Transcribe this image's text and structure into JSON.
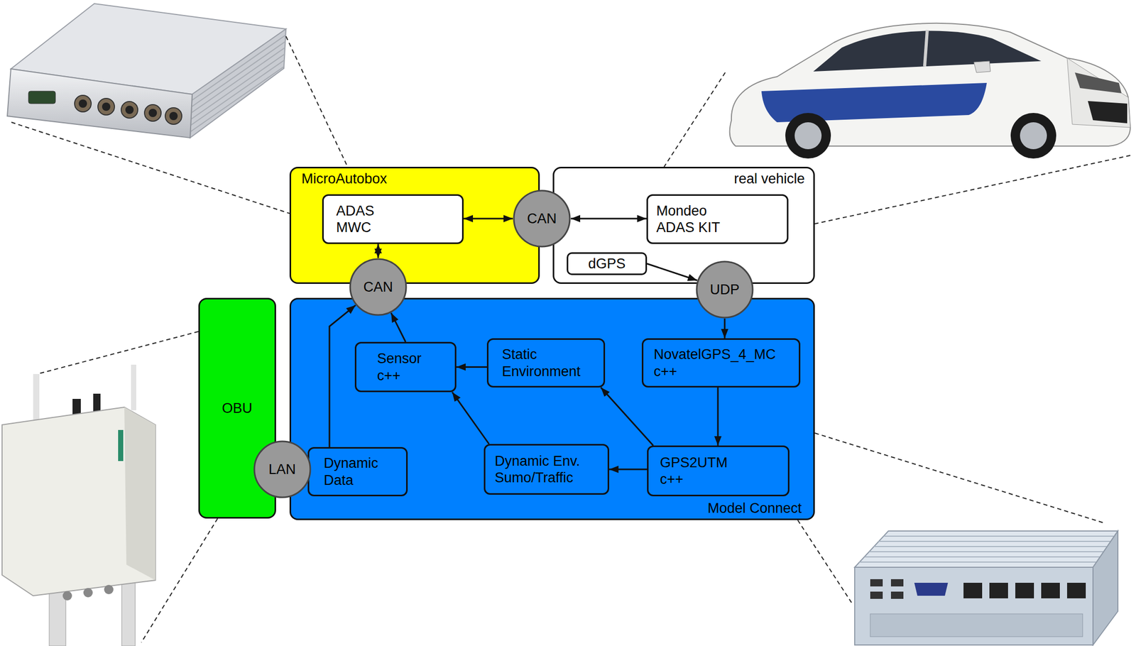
{
  "diagram": {
    "nodes": [
      {
        "text": [
          "MicroAutobox"
        ]
      },
      {
        "text": [
          "ADAS MWC"
        ],
        "in": 0
      },
      {
        "text": [
          "CAN"
        ]
      },
      {
        "text": [
          "real vehicle"
        ]
      },
      {
        "text": [
          "Mondeo ADAS KIT"
        ],
        "in": 3
      },
      {
        "text": [
          "dGPS"
        ],
        "in": 3
      },
      {
        "text": [
          "CAN"
        ]
      },
      {
        "text": [
          "UDP"
        ]
      },
      {
        "text": [
          "OBU"
        ]
      },
      {
        "text": [
          "Model Connect"
        ]
      },
      {
        "text": [
          "LAN"
        ]
      },
      {
        "text": [
          "Sensor c++"
        ],
        "in": 9
      },
      {
        "text": [
          "Static Environment"
        ],
        "in": 9
      },
      {
        "text": [
          "NovatelGPS_4_MC c++"
        ],
        "in": 9
      },
      {
        "text": [
          "Dynamic Data"
        ],
        "in": 9
      },
      {
        "text": [
          "Dynamic Env. Sumo/Traffic"
        ],
        "in": 9
      },
      {
        "text": [
          "GPS2UTM c++"
        ],
        "in": 9
      }
    ],
    "edges": [
      {
        "from": 1,
        "to": 2,
        "arrow": "both"
      },
      {
        "from": 2,
        "to": 4,
        "arrow": "both"
      },
      {
        "from": 1,
        "to": 6,
        "arrow": "both"
      },
      {
        "from": 5,
        "to": 7,
        "arrow": "to"
      },
      {
        "from": 7,
        "to": 13,
        "arrow": "to"
      },
      {
        "from": 13,
        "to": 16,
        "arrow": "to"
      },
      {
        "from": 16,
        "to": 12,
        "arrow": "to"
      },
      {
        "from": 16,
        "to": 15,
        "arrow": "to"
      },
      {
        "from": 12,
        "to": 11,
        "arrow": "to"
      },
      {
        "from": 15,
        "to": 11,
        "arrow": "to"
      },
      {
        "from": 11,
        "to": 6,
        "arrow": "to"
      },
      {
        "from": 14,
        "to": 6,
        "arrow": "to"
      }
    ]
  }
}
